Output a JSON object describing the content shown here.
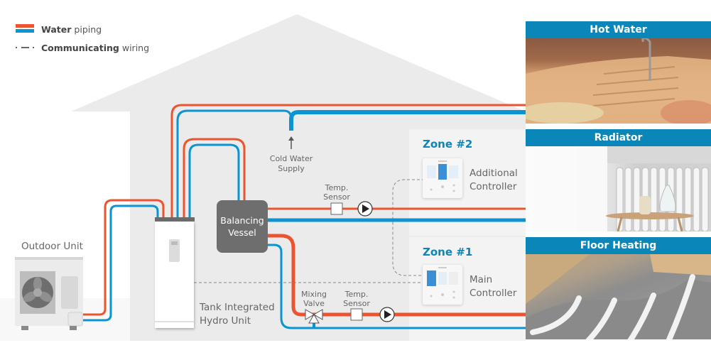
{
  "legend": {
    "water_bold": "Water",
    "water_rest": "piping",
    "wiring_bold": "Communicating",
    "wiring_rest": "wiring"
  },
  "colors": {
    "hot_pipe": "#ea5530",
    "cold_pipe": "#0a95d2",
    "accent": "#0b86b8",
    "house": "#ebebeb",
    "zone_bg": "#f3f3f3",
    "vessel": "#6e6e6e"
  },
  "components": {
    "outdoor_unit": "Outdoor Unit",
    "hydro_unit_line1": "Tank Integrated",
    "hydro_unit_line2": "Hydro Unit",
    "balancing_vessel_line1": "Balancing",
    "balancing_vessel_line2": "Vessel",
    "cold_water_line1": "Cold Water",
    "cold_water_line2": "Supply",
    "temp_sensor_line1": "Temp.",
    "temp_sensor_line2": "Sensor",
    "mixing_valve_line1": "Mixing",
    "mixing_valve_line2": "Valve"
  },
  "zones": [
    {
      "title": "Zone #2",
      "controller_line1": "Additional",
      "controller_line2": "Controller"
    },
    {
      "title": "Zone #1",
      "controller_line1": "Main",
      "controller_line2": "Controller"
    }
  ],
  "applications": [
    {
      "title": "Hot Water",
      "image": "wooden-bathtub-with-faucet"
    },
    {
      "title": "Radiator",
      "image": "white-radiator-with-side-table"
    },
    {
      "title": "Floor Heating",
      "image": "underfloor-heating-pipes"
    }
  ]
}
